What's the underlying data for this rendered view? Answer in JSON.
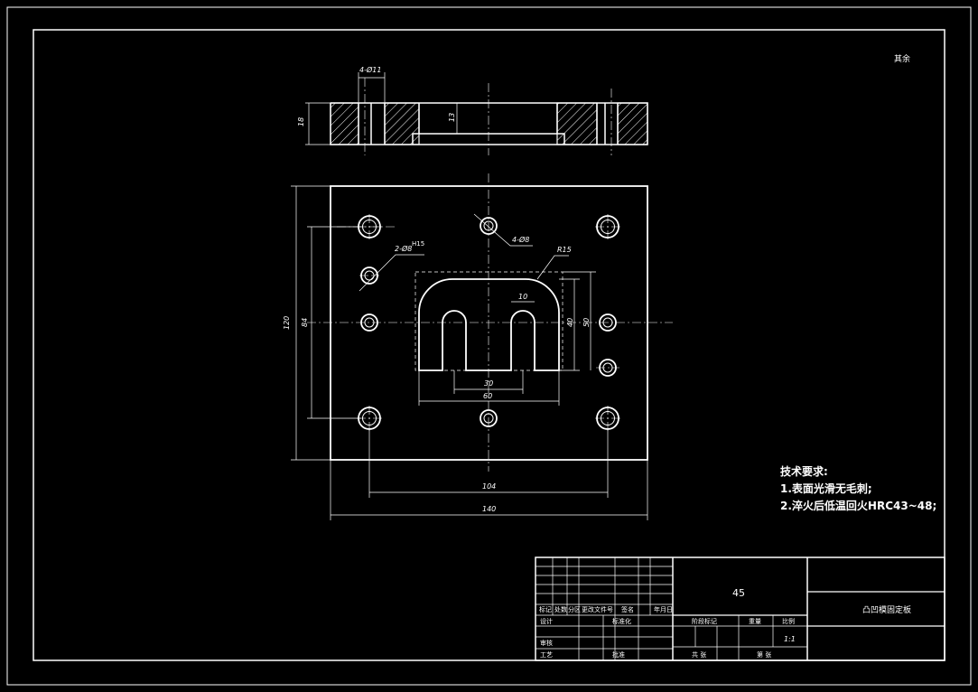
{
  "corner_note": "其余",
  "dims": {
    "hole4_d11": "4-Ø11",
    "thick18": "18",
    "depth13": "13",
    "h120": "120",
    "h84": "84",
    "hole2_d8": "2-Ø8",
    "h15_tol": "H15",
    "hole4_d8": "4-Ø8",
    "r15": "R15",
    "w10": "10",
    "h40": "40",
    "h50": "50",
    "w30": "30",
    "w60": "60",
    "w104": "104",
    "w140": "140"
  },
  "tech": {
    "title": "技术要求:",
    "line1": "1.表面光滑无毛刺;",
    "line2": "2.淬火后低温回火HRC43~48;"
  },
  "title_block": {
    "material": "45",
    "part_name": "凸凹模固定板",
    "scale": "1:1",
    "headers": [
      "标记",
      "处数",
      "分区",
      "更改文件号",
      "签名",
      "年月日"
    ],
    "row_design": "设计",
    "row_std": "标准化",
    "row_review": "审核",
    "row_craft": "工艺",
    "row_approve": "批准",
    "stage_mark": "阶段标记",
    "weight": "重量",
    "ratio": "比例",
    "total": "共   张",
    "sheet": "第   张"
  }
}
